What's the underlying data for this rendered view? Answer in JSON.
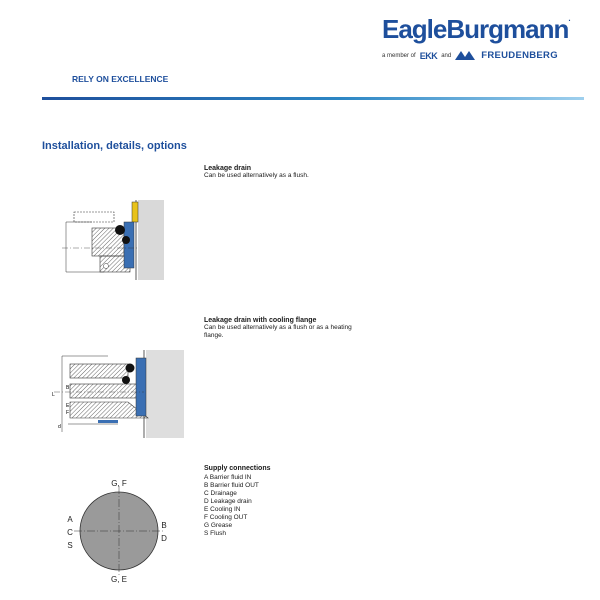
{
  "header": {
    "brand": "EagleBurgmann",
    "member_text": "a member of",
    "ekk": "EKK",
    "and_text": "and",
    "freudenberg": "FREUDENBERG",
    "tagline": "RELY ON EXCELLENCE"
  },
  "section_title": "Installation, details, options",
  "blocks": [
    {
      "title": "Leakage drain",
      "text": "Can be used alternatively as a flush."
    },
    {
      "title": "Leakage drain with cooling flange",
      "text_line1": "Can be used alternatively as a flush or as a heating",
      "text_line2": "flange."
    },
    {
      "title": "Supply connections"
    }
  ],
  "connections": [
    "A Barrier fluid IN",
    "B Barrier fluid OUT",
    "C Drainage",
    "D Leakage drain",
    "E Cooling IN",
    "F Cooling OUT",
    "G Grease",
    "S Flush"
  ],
  "drawing2_labels": {
    "b": "B",
    "e": "E",
    "f": "F",
    "l": "L",
    "d": "d"
  },
  "circle_labels": {
    "top": "G, F",
    "bottom": "G, E",
    "left1": "A",
    "left2": "C",
    "left3": "S",
    "right1": "B",
    "right2": "D"
  },
  "colors": {
    "brand": "#1e4f9c",
    "seal_blue": "#3a6fb3",
    "yellow": "#e8c21a",
    "hatch": "#777777",
    "circle_fill": "#9a9a9a"
  }
}
